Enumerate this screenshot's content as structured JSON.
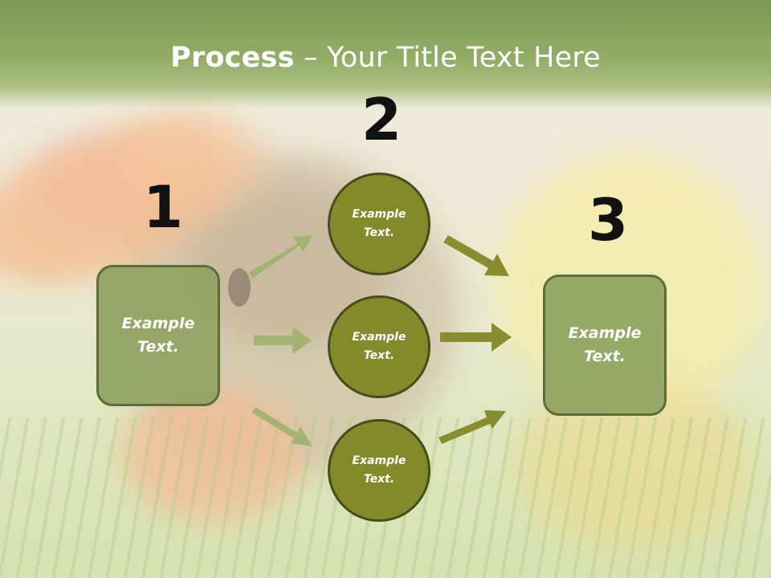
{
  "title": {
    "bold": "Process",
    "rest": " – Your Title Text Here"
  },
  "numbers": [
    "1",
    "2",
    "3"
  ],
  "left_box": {
    "line1": "Example",
    "line2": "Text."
  },
  "right_box": {
    "line1": "Example",
    "line2": "Text."
  },
  "circles": [
    {
      "line1": "Example",
      "line2": "Text."
    },
    {
      "line1": "Example",
      "line2": "Text."
    },
    {
      "line1": "Example",
      "line2": "Text."
    }
  ],
  "colors": {
    "header": "#93ad67",
    "box_fill": "#8fa361",
    "circle_fill": "#838a2a",
    "arrow_light": "#a2b372",
    "arrow_dark": "#8a8d2f"
  }
}
